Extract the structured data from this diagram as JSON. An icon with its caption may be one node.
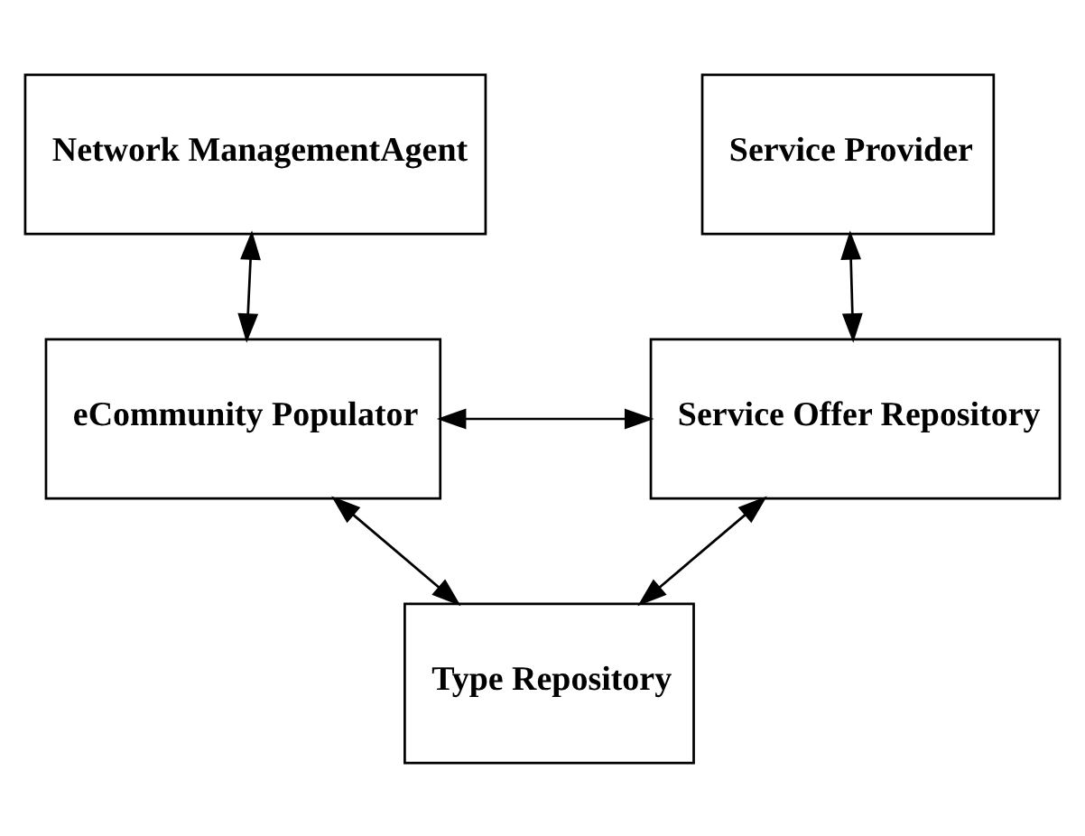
{
  "diagram": {
    "nodes": [
      {
        "text": [
          "Network ManagementAgent"
        ]
      },
      {
        "text": [
          "Service Provider"
        ]
      },
      {
        "text": [
          "eCommunity Populator"
        ]
      },
      {
        "text": [
          "Service Offer Repository"
        ]
      },
      {
        "text": [
          "Type Repository"
        ]
      }
    ],
    "edges": [
      {
        "from": 0,
        "to": 2,
        "arrow": "both"
      },
      {
        "from": 1,
        "to": 3,
        "arrow": "both"
      },
      {
        "from": 2,
        "to": 3,
        "arrow": "both"
      },
      {
        "from": 2,
        "to": 4,
        "arrow": "both"
      },
      {
        "from": 3,
        "to": 4,
        "arrow": "both"
      }
    ]
  }
}
